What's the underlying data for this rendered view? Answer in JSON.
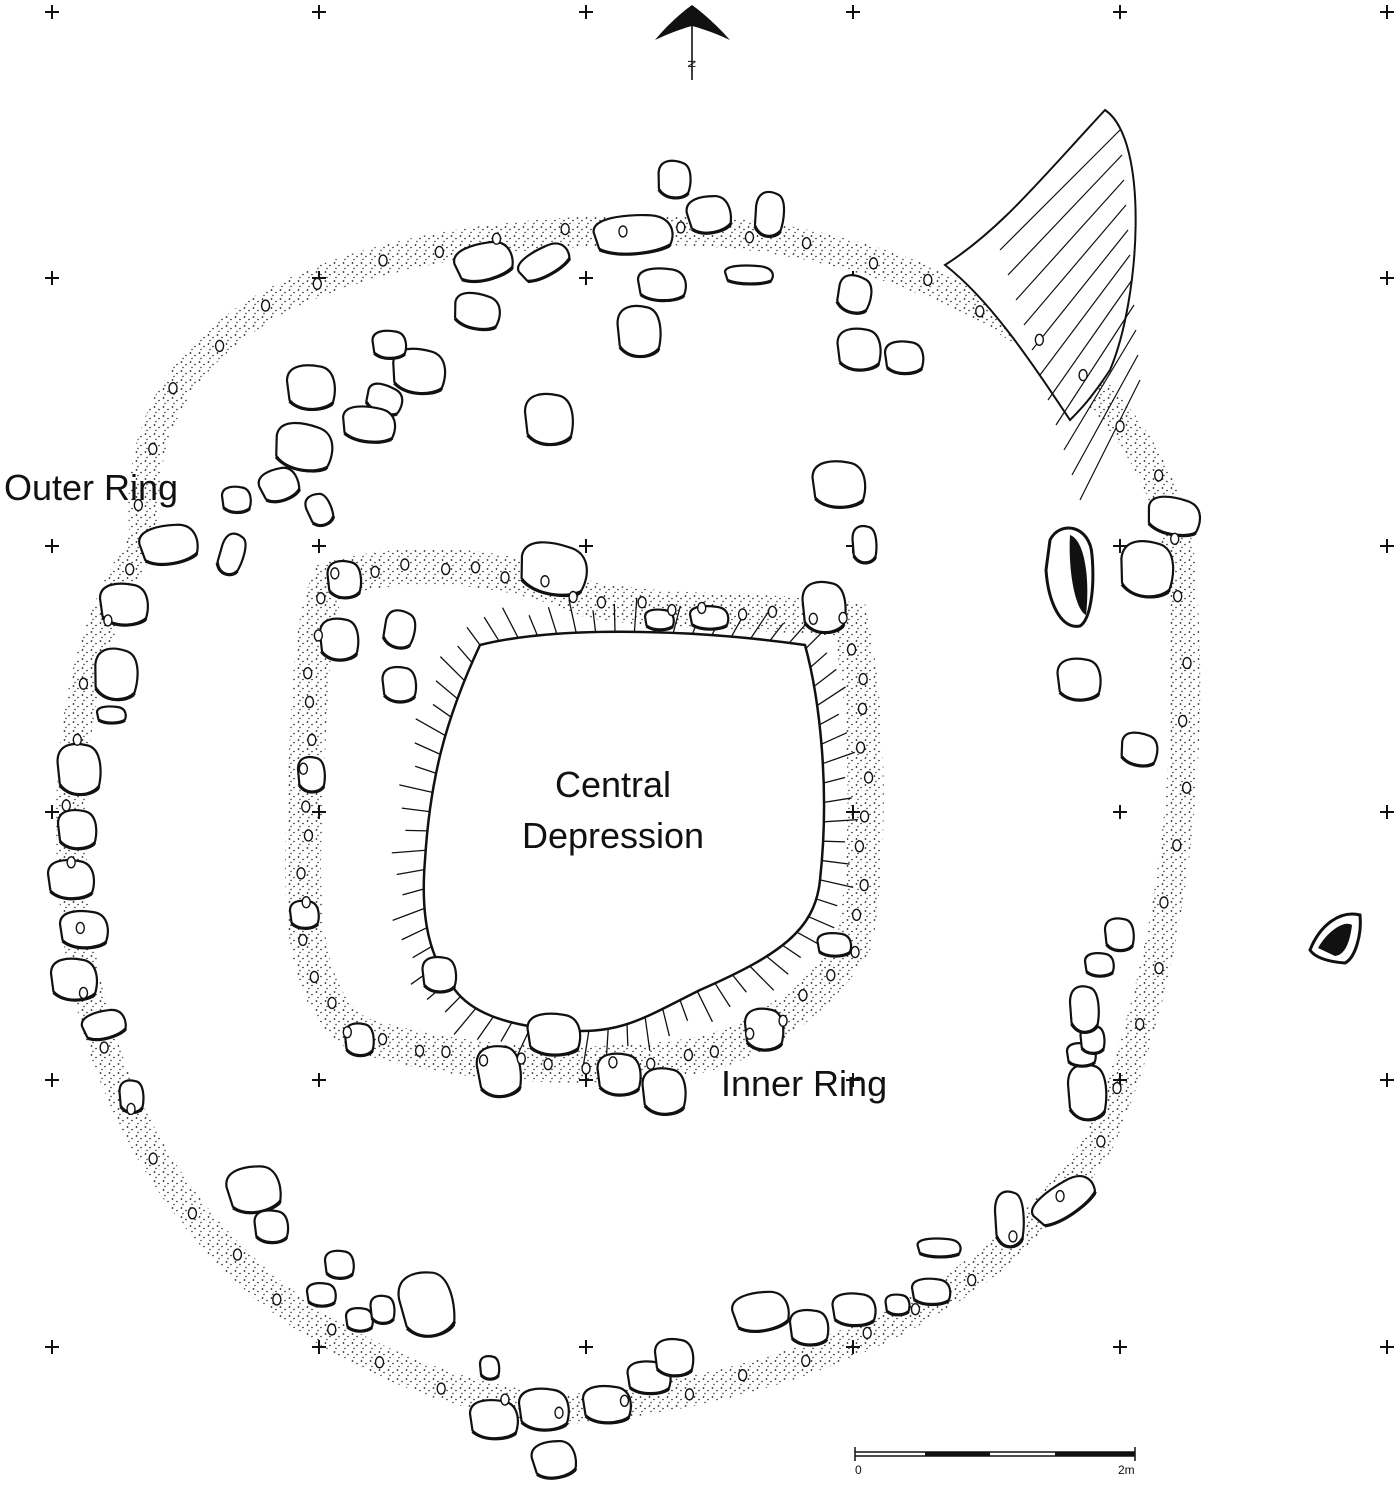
{
  "labels": {
    "outer_ring": "Outer Ring",
    "central_line1": "Central",
    "central_line2": "Depression",
    "inner_ring": "Inner Ring"
  },
  "north_arrow": {
    "letter": "N"
  },
  "scale_bar": {
    "start": "0",
    "end": "2m"
  },
  "colors": {
    "ink": "#111111",
    "paper": "#ffffff"
  }
}
